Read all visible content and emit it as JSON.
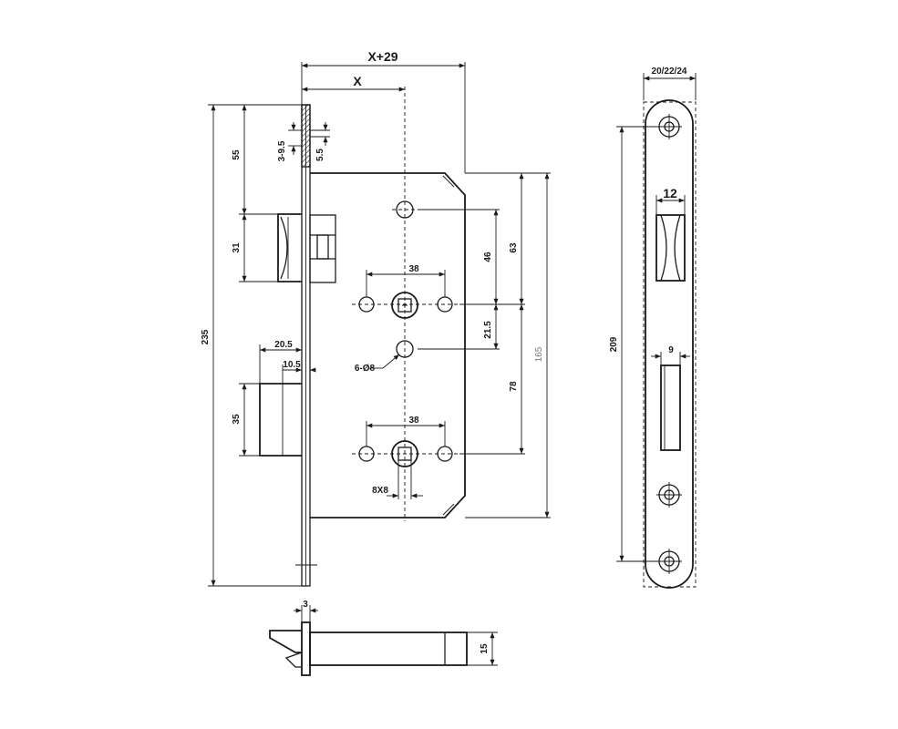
{
  "dimensions": {
    "x_plus_29": "X+29",
    "x": "X",
    "d_3_9_5": "3-9.5",
    "d_5_5": "5.5",
    "d_55": "55",
    "d_31": "31",
    "d_235": "235",
    "d_20_5": "20.5",
    "d_10_5": "10.5",
    "d_35": "35",
    "d_38_top": "38",
    "d_38_bottom": "38",
    "d_46": "46",
    "d_63": "63",
    "d_21_5": "21.5",
    "d_6_o8": "6-Ø8",
    "d_78": "78",
    "d_165": "165",
    "d_8x8": "8X8",
    "d_3": "3",
    "d_15": "15",
    "d_20_22_24": "20/22/24",
    "d_12": "12",
    "d_209": "209",
    "d_9": "9"
  }
}
